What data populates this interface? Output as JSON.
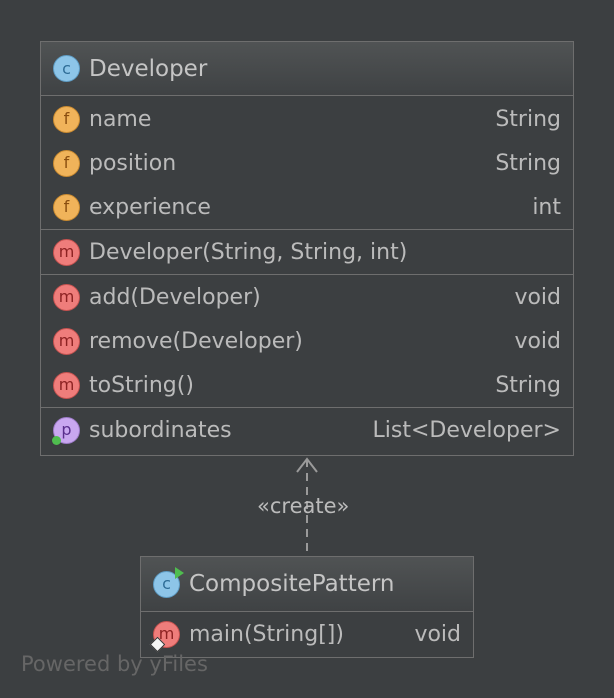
{
  "diagram": {
    "powered_by": "Powered by yFiles",
    "relation_label": "«create»",
    "colors": {
      "background": "#3c3f41",
      "border": "#6e6e6e",
      "text": "#bbbbbb"
    },
    "developer": {
      "name": "Developer",
      "kind_icon": "class-icon",
      "fields": [
        {
          "name": "name",
          "type": "String",
          "icon": "field-icon"
        },
        {
          "name": "position",
          "type": "String",
          "icon": "field-icon"
        },
        {
          "name": "experience",
          "type": "int",
          "icon": "field-icon"
        }
      ],
      "constructor": {
        "name": "Developer(String, String, int)",
        "icon": "method-icon"
      },
      "methods": [
        {
          "name": "add(Developer)",
          "type": "void",
          "icon": "method-icon"
        },
        {
          "name": "remove(Developer)",
          "type": "void",
          "icon": "method-icon"
        },
        {
          "name": "toString()",
          "type": "String",
          "icon": "method-icon"
        }
      ],
      "properties": [
        {
          "name": "subordinates",
          "type": "List<Developer>",
          "icon": "property-icon"
        }
      ]
    },
    "composite_pattern": {
      "name": "CompositePattern",
      "kind_icon": "runnable-class-icon",
      "methods": [
        {
          "name": "main(String[])",
          "type": "void",
          "icon": "static-method-icon"
        }
      ]
    },
    "badge_letters": {
      "class": "c",
      "field": "f",
      "method": "m",
      "property": "p"
    }
  }
}
